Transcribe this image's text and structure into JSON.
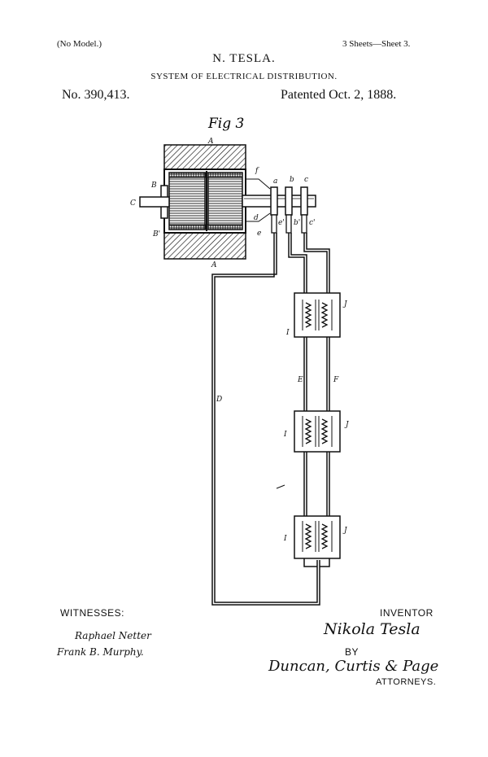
{
  "header": {
    "model_note": "(No Model.)",
    "sheet": "3 Sheets—Sheet 3.",
    "inventor_name": "N. TESLA.",
    "title": "SYSTEM OF ELECTRICAL DISTRIBUTION.",
    "patent_number": "No. 390,413.",
    "patent_date": "Patented Oct. 2, 1888."
  },
  "figure": {
    "label": "Fig 3",
    "letters": {
      "A_top": "A",
      "A_bottom": "A",
      "B": "B",
      "B_prime": "B'",
      "C": "C",
      "D": "D",
      "E": "E",
      "F": "F",
      "f": "f",
      "a": "a",
      "b": "b",
      "c": "c",
      "d": "d",
      "e": "e",
      "e_prime": "e'",
      "b_prime": "b'",
      "c_prime": "c'",
      "I1": "I",
      "J1": "J",
      "I2": "I",
      "J2": "J",
      "I3": "I",
      "J3": "J"
    }
  },
  "footer": {
    "witnesses_label": "WITNESSES:",
    "witness1": "Raphael Netter",
    "witness2": "Frank B. Murphy.",
    "inventor_label": "INVENTOR",
    "inventor_signature": "Nikola Tesla",
    "by_label": "BY",
    "attorneys_signature": "Duncan, Curtis & Page",
    "attorneys_label": "ATTORNEYS."
  }
}
